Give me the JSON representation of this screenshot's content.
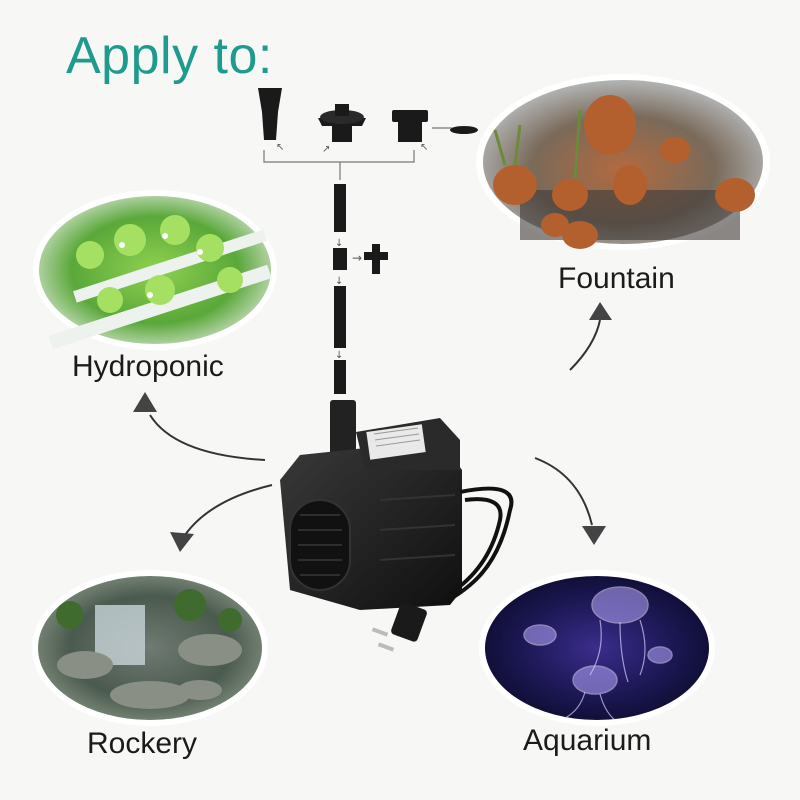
{
  "heading": "Apply to:",
  "applications": [
    {
      "label": "Fountain"
    },
    {
      "label": "Hydroponic"
    },
    {
      "label": "Rockery"
    },
    {
      "label": "Aquarium"
    }
  ],
  "colors": {
    "heading": "#1f9a8e",
    "pump_body": "#1a1a1a",
    "arrow": "#333333",
    "label": "#1b1b1b"
  },
  "icons": [
    "nozzle-straight-icon",
    "nozzle-mushroom-icon",
    "nozzle-flat-icon",
    "rubber-washer-icon",
    "extension-tube-icon",
    "flow-valve-icon",
    "water-pump-icon",
    "power-plug-icon"
  ]
}
